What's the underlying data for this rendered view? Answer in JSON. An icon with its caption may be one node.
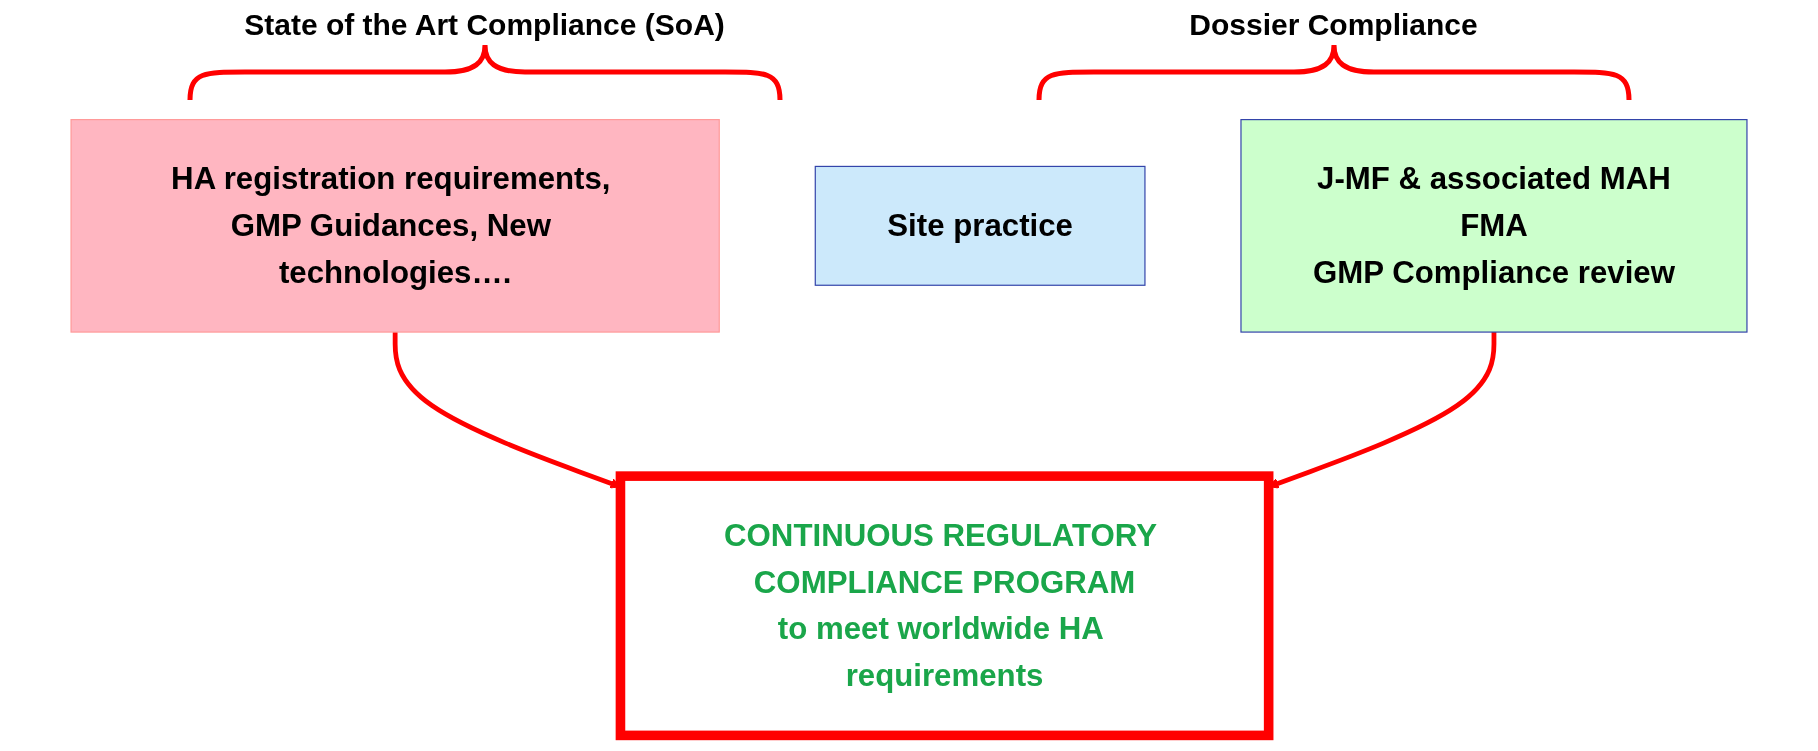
{
  "diagram": {
    "nodes": [
      {
        "text": [
          "HA registration requirements, GMP Guidances, New technologies…."
        ]
      },
      {
        "text": [
          "Site practice"
        ]
      },
      {
        "text": [
          "J-MF & associated MAH",
          "FMA",
          "GMP Compliance review"
        ]
      },
      {
        "text": [
          "CONTINUOUS REGULATORY COMPLIANCE PROGRAM",
          "to meet worldwide HA requirements"
        ]
      }
    ],
    "edges": [
      {
        "from": 0,
        "to": 3,
        "arrow": "to"
      },
      {
        "from": 2,
        "to": 3,
        "arrow": "to"
      }
    ],
    "labels": [
      "State of the Art Compliance (SoA)",
      "Dossier Compliance"
    ]
  }
}
